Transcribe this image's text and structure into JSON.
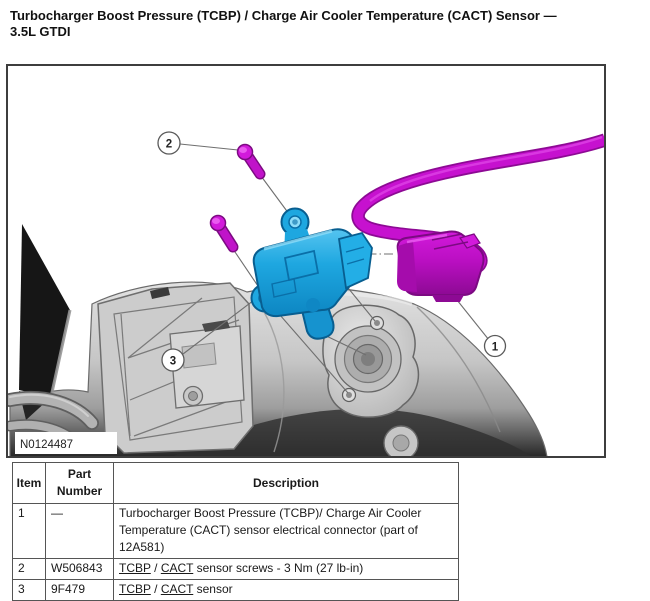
{
  "page": {
    "title_line1": "Turbocharger Boost Pressure (TCBP) / Charge Air Cooler Temperature (CACT) Sensor —",
    "title_line2": "3.5L GTDI"
  },
  "figure": {
    "id_label": "N0124487",
    "callouts": {
      "c1": "1",
      "c2": "2",
      "c3": "3"
    },
    "colors": {
      "sensor_blue": "#1ea7e0",
      "sensor_blue_dark": "#085e90",
      "connector_magenta": "#bb0fc3",
      "connector_magenta_dark": "#7c0a82",
      "part_gray": "#c8c8c8",
      "heat_shield_black": "#161616"
    }
  },
  "parts_table": {
    "headers": {
      "item": "Item",
      "part_number": "Part Number",
      "description": "Description"
    },
    "rows": [
      {
        "item": "1",
        "part_number": "—",
        "description": "Turbocharger Boost Pressure (TCBP)/ Charge Air Cooler Temperature (CACT) sensor electrical connector (part of 12A581)"
      },
      {
        "item": "2",
        "part_number": "W506843",
        "desc": {
          "link1": "TCBP",
          "sep": " / ",
          "link2": "CACT",
          "rest": " sensor screws - 3 Nm (27 lb-in)"
        }
      },
      {
        "item": "3",
        "part_number": "9F479",
        "desc": {
          "link1": "TCBP",
          "sep": " / ",
          "link2": "CACT",
          "rest": " sensor"
        }
      }
    ]
  }
}
